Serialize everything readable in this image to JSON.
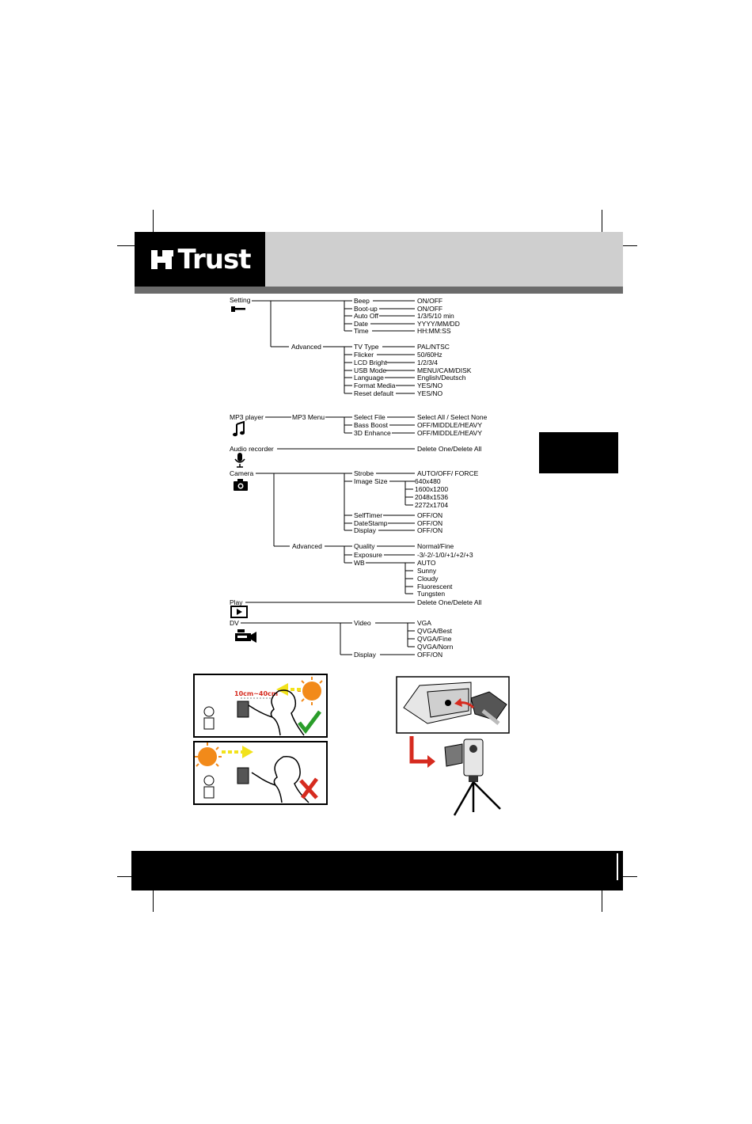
{
  "logo": {
    "text": "Trust"
  },
  "menu": {
    "setting": {
      "label": "Setting",
      "items": [
        {
          "name": "Beep",
          "value": "ON/OFF"
        },
        {
          "name": "Boot-up",
          "value": "ON/OFF"
        },
        {
          "name": "Auto Off",
          "value": "1/3/5/10 min"
        },
        {
          "name": "Date",
          "value": "YYYY/MM/DD"
        },
        {
          "name": "Time",
          "value": "HH:MM:SS"
        }
      ],
      "advanced_label": "Advanced",
      "advanced_items": [
        {
          "name": "TV Type",
          "value": "PAL/NTSC"
        },
        {
          "name": "Flicker",
          "value": "50/60Hz"
        },
        {
          "name": "LCD Bright",
          "value": "1/2/3/4"
        },
        {
          "name": "USB Mode",
          "value": "MENU/CAM/DISK"
        },
        {
          "name": "Language",
          "value": "English/Deutsch"
        },
        {
          "name": "Format Media",
          "value": "YES/NO"
        },
        {
          "name": "Reset default",
          "value": "YES/NO"
        }
      ]
    },
    "mp3": {
      "label": "MP3 player",
      "submenu": "MP3 Menu",
      "items": [
        {
          "name": "Select File",
          "value": "Select All / Select None"
        },
        {
          "name": "Bass Boost",
          "value": "OFF/MIDDLE/HEAVY"
        },
        {
          "name": "3D Enhance",
          "value": "OFF/MIDDLE/HEAVY"
        }
      ]
    },
    "audio": {
      "label": "Audio recorder",
      "value": "Delete One/Delete All"
    },
    "camera": {
      "label": "Camera",
      "strobe": {
        "name": "Strobe",
        "value": "AUTO/OFF/ FORCE"
      },
      "image_size": {
        "name": "Image Size",
        "values": [
          "640x480",
          "1600x1200",
          "2048x1536",
          "2272x1704"
        ]
      },
      "others": [
        {
          "name": "SelfTimer",
          "value": "OFF/ON"
        },
        {
          "name": "DateStamp",
          "value": "OFF/ON"
        },
        {
          "name": "Display",
          "value": "OFF/ON"
        }
      ],
      "advanced_label": "Advanced",
      "quality": {
        "name": "Quality",
        "value": "Normal/Fine"
      },
      "exposure": {
        "name": "Exposure",
        "value": "-3/-2/-1/0/+1/+2/+3"
      },
      "wb": {
        "name": "WB",
        "values": [
          "AUTO",
          "Sunny",
          "Cloudy",
          "Fluorescent",
          "Tungsten"
        ]
      }
    },
    "play": {
      "label": "Play",
      "value": "Delete One/Delete All"
    },
    "dv": {
      "label": "DV",
      "video": {
        "name": "Video",
        "values": [
          "VGA",
          "QVGA/Best",
          "QVGA/Fine",
          "QVGA/Norn"
        ]
      },
      "display": {
        "name": "Display",
        "value": "OFF/ON"
      }
    }
  },
  "illustrations": {
    "distance": "10cm~40cm"
  },
  "icons": [
    "wrench-icon",
    "music-note-icon",
    "microphone-icon",
    "camera-icon",
    "play-icon",
    "video-camera-icon",
    "check-icon",
    "cross-icon"
  ],
  "colors": {
    "header_gray": "#cfcfcf",
    "stripe_gray": "#6b6b6b",
    "check_green": "#2a9d2a",
    "cross_red": "#d62b1f",
    "arrow_yellow": "#f2e21b",
    "sun_orange": "#f28a1a"
  }
}
